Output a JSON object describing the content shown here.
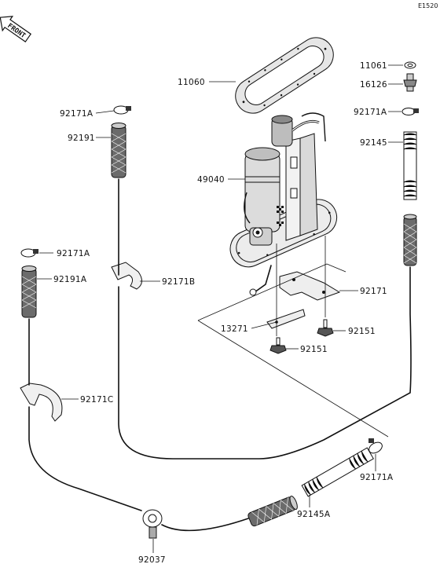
{
  "diagram_code": "E1520",
  "front_indicator": "FRONT",
  "callouts": {
    "gasket": "11060",
    "washer_top_right": "11061",
    "fitting_top_right": "16126",
    "clamp_top_right": "92171A",
    "hose_spring_right": "92145",
    "clamp_top_left": "92171A",
    "hose_top_left": "92191",
    "fuel_pump": "49040",
    "clamp_left": "92171A",
    "hose_left": "92191A",
    "clip_92171B": "92171B",
    "bracket": "92171",
    "plate": "13271",
    "bolt_right": "92151",
    "bolt_lower": "92151",
    "clip_92171C": "92171C",
    "clamp_bottom_right": "92171A",
    "hose_spring_bottom": "92145A",
    "connector": "92037"
  }
}
